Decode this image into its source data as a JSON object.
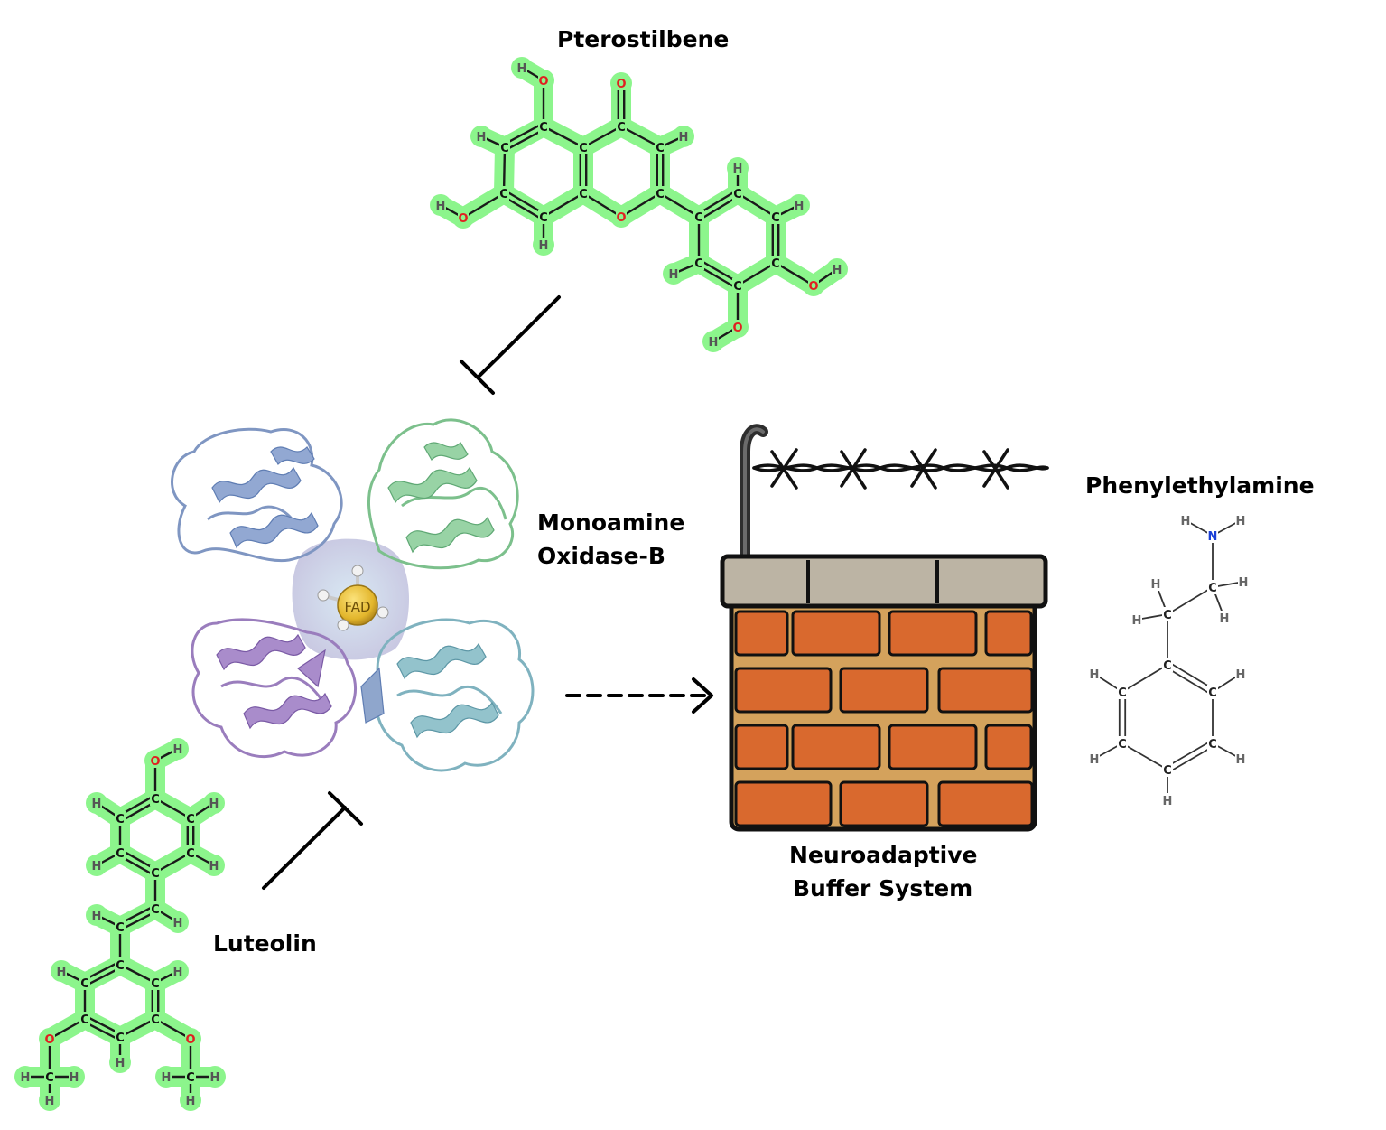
{
  "labels": {
    "pterostilbene": "Pterostilbene",
    "mao_line1": "Monoamine",
    "mao_line2": "Oxidase-B",
    "fad": "FAD",
    "phenylethylamine": "Phenylethylamine",
    "buffer_line1": "Neuroadaptive",
    "buffer_line2": "Buffer System",
    "luteolin": "Luteolin"
  },
  "colors": {
    "highlight": "#8cf58c",
    "oxygen": "#e02020",
    "nitrogen": "#1a3fd6",
    "brick": "#d9692e",
    "mortar": "#d4a25c",
    "cap": "#bcb4a4",
    "fad": "#e3b62c",
    "helix_blue": "#8fa6cc",
    "helix_green": "#8fc99c",
    "helix_purple": "#a58ac4",
    "helix_teal": "#8cbcc6"
  },
  "icons": {
    "inhibition_top": "inhibition-arrow-icon",
    "inhibition_bottom": "inhibition-arrow-icon",
    "activation": "dashed-arrow-icon",
    "wall": "brick-wall-icon",
    "wire": "barbed-wire-icon",
    "protein": "protein-ribbon-icon"
  }
}
